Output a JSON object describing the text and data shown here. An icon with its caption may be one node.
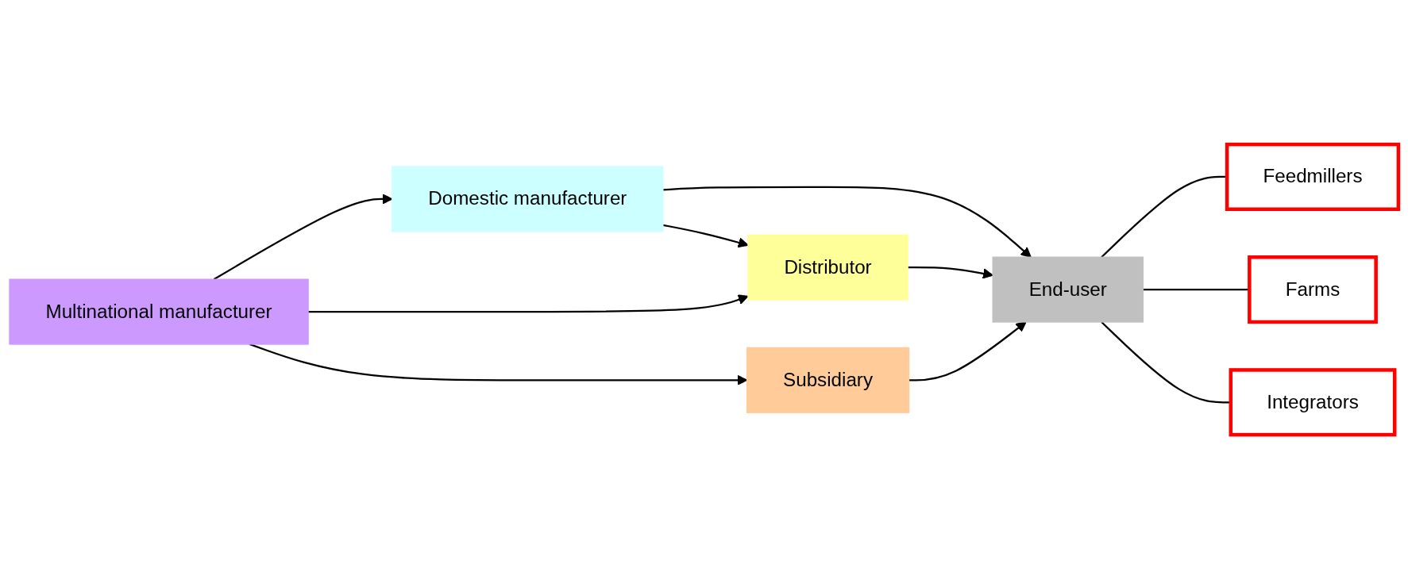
{
  "diagram": {
    "nodes": [
      {
        "text": [
          "Domestic manufacturer"
        ]
      },
      {
        "text": [
          "Distributor"
        ]
      },
      {
        "text": [
          "End-user"
        ]
      },
      {
        "text": [
          "Feedmillers"
        ]
      },
      {
        "text": [
          "Farms"
        ]
      },
      {
        "text": [
          "Integrators"
        ]
      },
      {
        "text": [
          "Multinational manufacturer"
        ]
      },
      {
        "text": [
          "Subsidiary"
        ]
      }
    ],
    "edges": [
      {
        "from": 0,
        "to": 2,
        "arrow": "to"
      },
      {
        "from": 0,
        "to": 1,
        "arrow": "to"
      },
      {
        "from": 1,
        "to": 2,
        "arrow": "to"
      },
      {
        "from": 6,
        "to": 0,
        "arrow": "to"
      },
      {
        "from": 6,
        "to": 1,
        "arrow": "to"
      },
      {
        "from": 6,
        "to": 7,
        "arrow": "to"
      },
      {
        "from": 7,
        "to": 2,
        "arrow": "to"
      },
      {
        "from": 2,
        "to": 3,
        "arrow": "none"
      },
      {
        "from": 2,
        "to": 4,
        "arrow": "none"
      },
      {
        "from": 2,
        "to": 5,
        "arrow": "none"
      }
    ]
  }
}
